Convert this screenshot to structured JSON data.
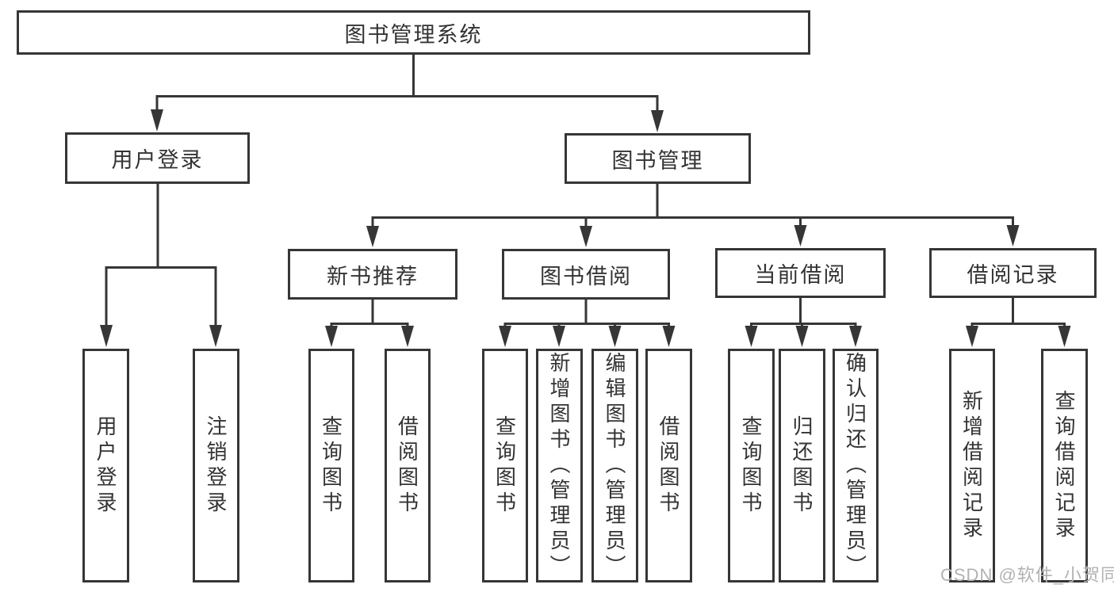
{
  "diagram": {
    "root": {
      "label": "图书管理系统",
      "children": [
        {
          "label": "用户登录",
          "children": [
            {
              "label": "用户登录"
            },
            {
              "label": "注销登录"
            }
          ]
        },
        {
          "label": "图书管理",
          "children": [
            {
              "label": "新书推荐",
              "children": [
                {
                  "label": "查询图书"
                },
                {
                  "label": "借阅图书"
                }
              ]
            },
            {
              "label": "图书借阅",
              "children": [
                {
                  "label": "查询图书"
                },
                {
                  "label": "新增图书（管理员）"
                },
                {
                  "label": "编辑图书（管理员）"
                },
                {
                  "label": "借阅图书"
                }
              ]
            },
            {
              "label": "当前借阅",
              "children": [
                {
                  "label": "查询图书"
                },
                {
                  "label": "归还图书"
                },
                {
                  "label": "确认归还（管理员）"
                }
              ]
            },
            {
              "label": "借阅记录",
              "children": [
                {
                  "label": "新增借阅记录"
                },
                {
                  "label": "查询借阅记录"
                }
              ]
            }
          ]
        }
      ]
    },
    "watermark": "CSDN @软件_小贺同学",
    "colors": {
      "line": "#363636",
      "text": "#333333",
      "background": "#ffffff",
      "watermark": "#b2b2b2"
    }
  }
}
